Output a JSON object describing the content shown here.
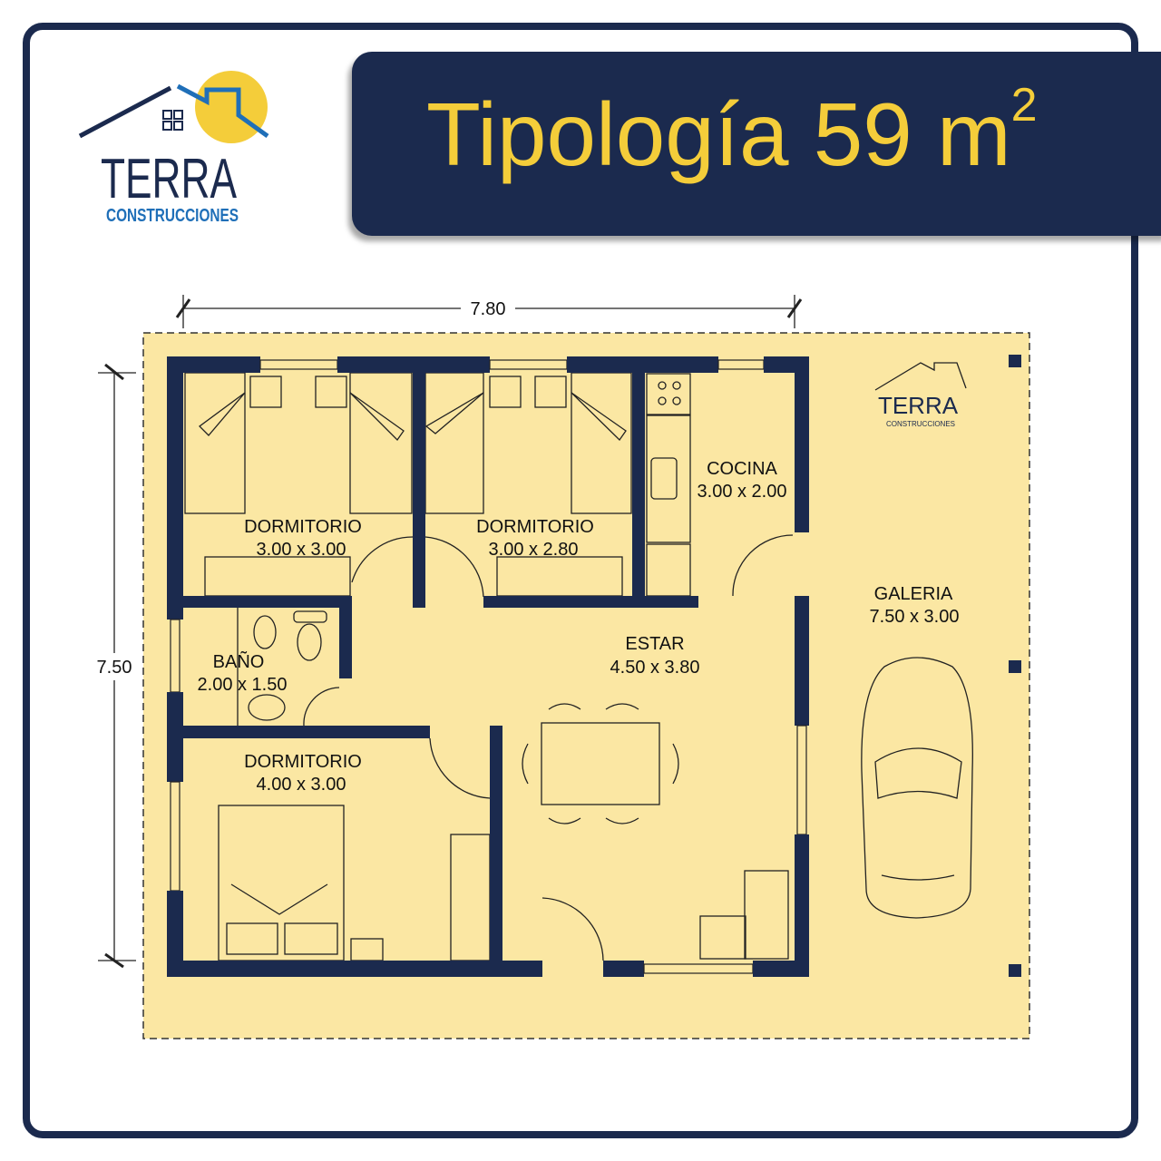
{
  "logo": {
    "name": "TERRA",
    "subtitle": "CONSTRUCCIONES"
  },
  "title": {
    "text": "Tipología 59 m",
    "superscript": "2"
  },
  "dimensions": {
    "width": "7.80",
    "height": "7.50"
  },
  "rooms": [
    {
      "name": "DORMITORIO",
      "size": "3.00 x 3.00"
    },
    {
      "name": "DORMITORIO",
      "size": "3.00 x 2.80"
    },
    {
      "name": "COCINA",
      "size": "3.00 x 2.00"
    },
    {
      "name": "BAÑO",
      "size": "2.00 x 1.50"
    },
    {
      "name": "ESTAR",
      "size": "4.50 x 3.80"
    },
    {
      "name": "DORMITORIO",
      "size": "4.00 x 3.00"
    },
    {
      "name": "GALERIA",
      "size": "7.50 x 3.00"
    }
  ],
  "colors": {
    "navy": "#1b2a4e",
    "title_yellow": "#f4cd3a",
    "floor": "#fbe7a3",
    "logo_blue": "#1f6fb8"
  }
}
